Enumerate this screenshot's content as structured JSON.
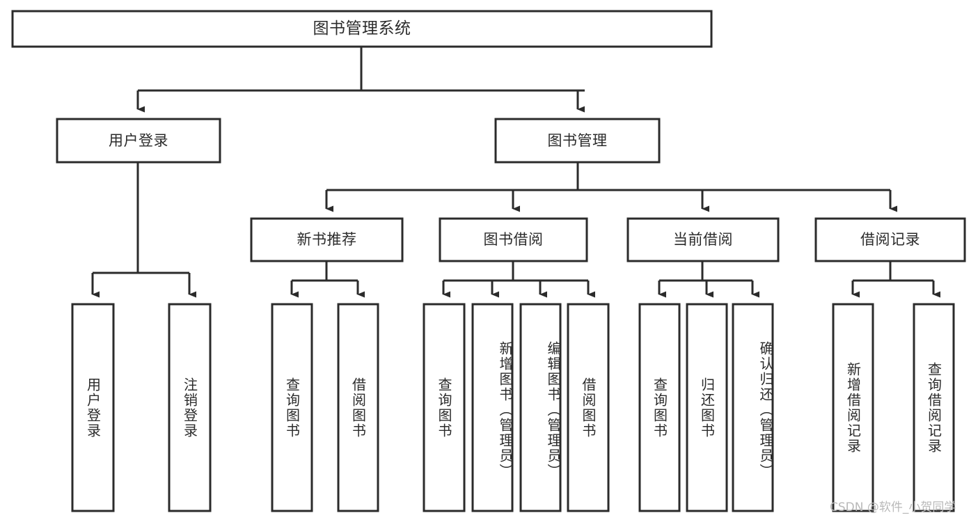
{
  "diagram": {
    "title": "图书管理系统",
    "watermark": "CSDN @软件_小贺同学",
    "colors": {
      "stroke": "#2b2b2b",
      "fill": "#ffffff",
      "text": "#2b2b2b",
      "watermark": "#b9b9b9"
    },
    "levels": {
      "root": {
        "label": "图书管理系统"
      },
      "level2": [
        {
          "label": "用户登录"
        },
        {
          "label": "图书管理"
        }
      ],
      "level3": [
        {
          "label": "新书推荐"
        },
        {
          "label": "图书借阅"
        },
        {
          "label": "当前借阅"
        },
        {
          "label": "借阅记录"
        }
      ],
      "leaves": {
        "user_login": [
          {
            "label": "用户登录"
          },
          {
            "label": "注销登录"
          }
        ],
        "new_book_recommend": [
          {
            "label": "查询图书"
          },
          {
            "label": "借阅图书"
          }
        ],
        "book_borrow": [
          {
            "label": "查询图书"
          },
          {
            "label": "新增图书（管理员）"
          },
          {
            "label": "编辑图书（管理员）"
          },
          {
            "label": "借阅图书"
          }
        ],
        "current_borrow": [
          {
            "label": "查询图书"
          },
          {
            "label": "归还图书"
          },
          {
            "label": "确认归还（管理员）"
          }
        ],
        "borrow_record": [
          {
            "label": "新增借阅记录"
          },
          {
            "label": "查询借阅记录"
          }
        ]
      }
    }
  }
}
